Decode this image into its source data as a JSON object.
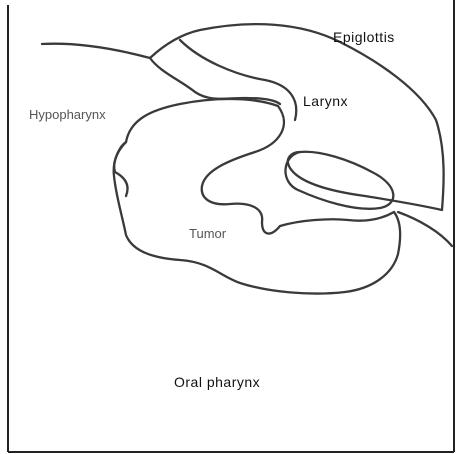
{
  "labels": {
    "epiglottis": "Epiglottis",
    "larynx": "Larynx",
    "hypopharynx": "Hypopharynx",
    "tumor": "Tumor",
    "oral_pharynx": "Oral pharynx"
  },
  "colors": {
    "outline": "#3a3a3a",
    "frame": "#222222",
    "background": "#ffffff"
  }
}
